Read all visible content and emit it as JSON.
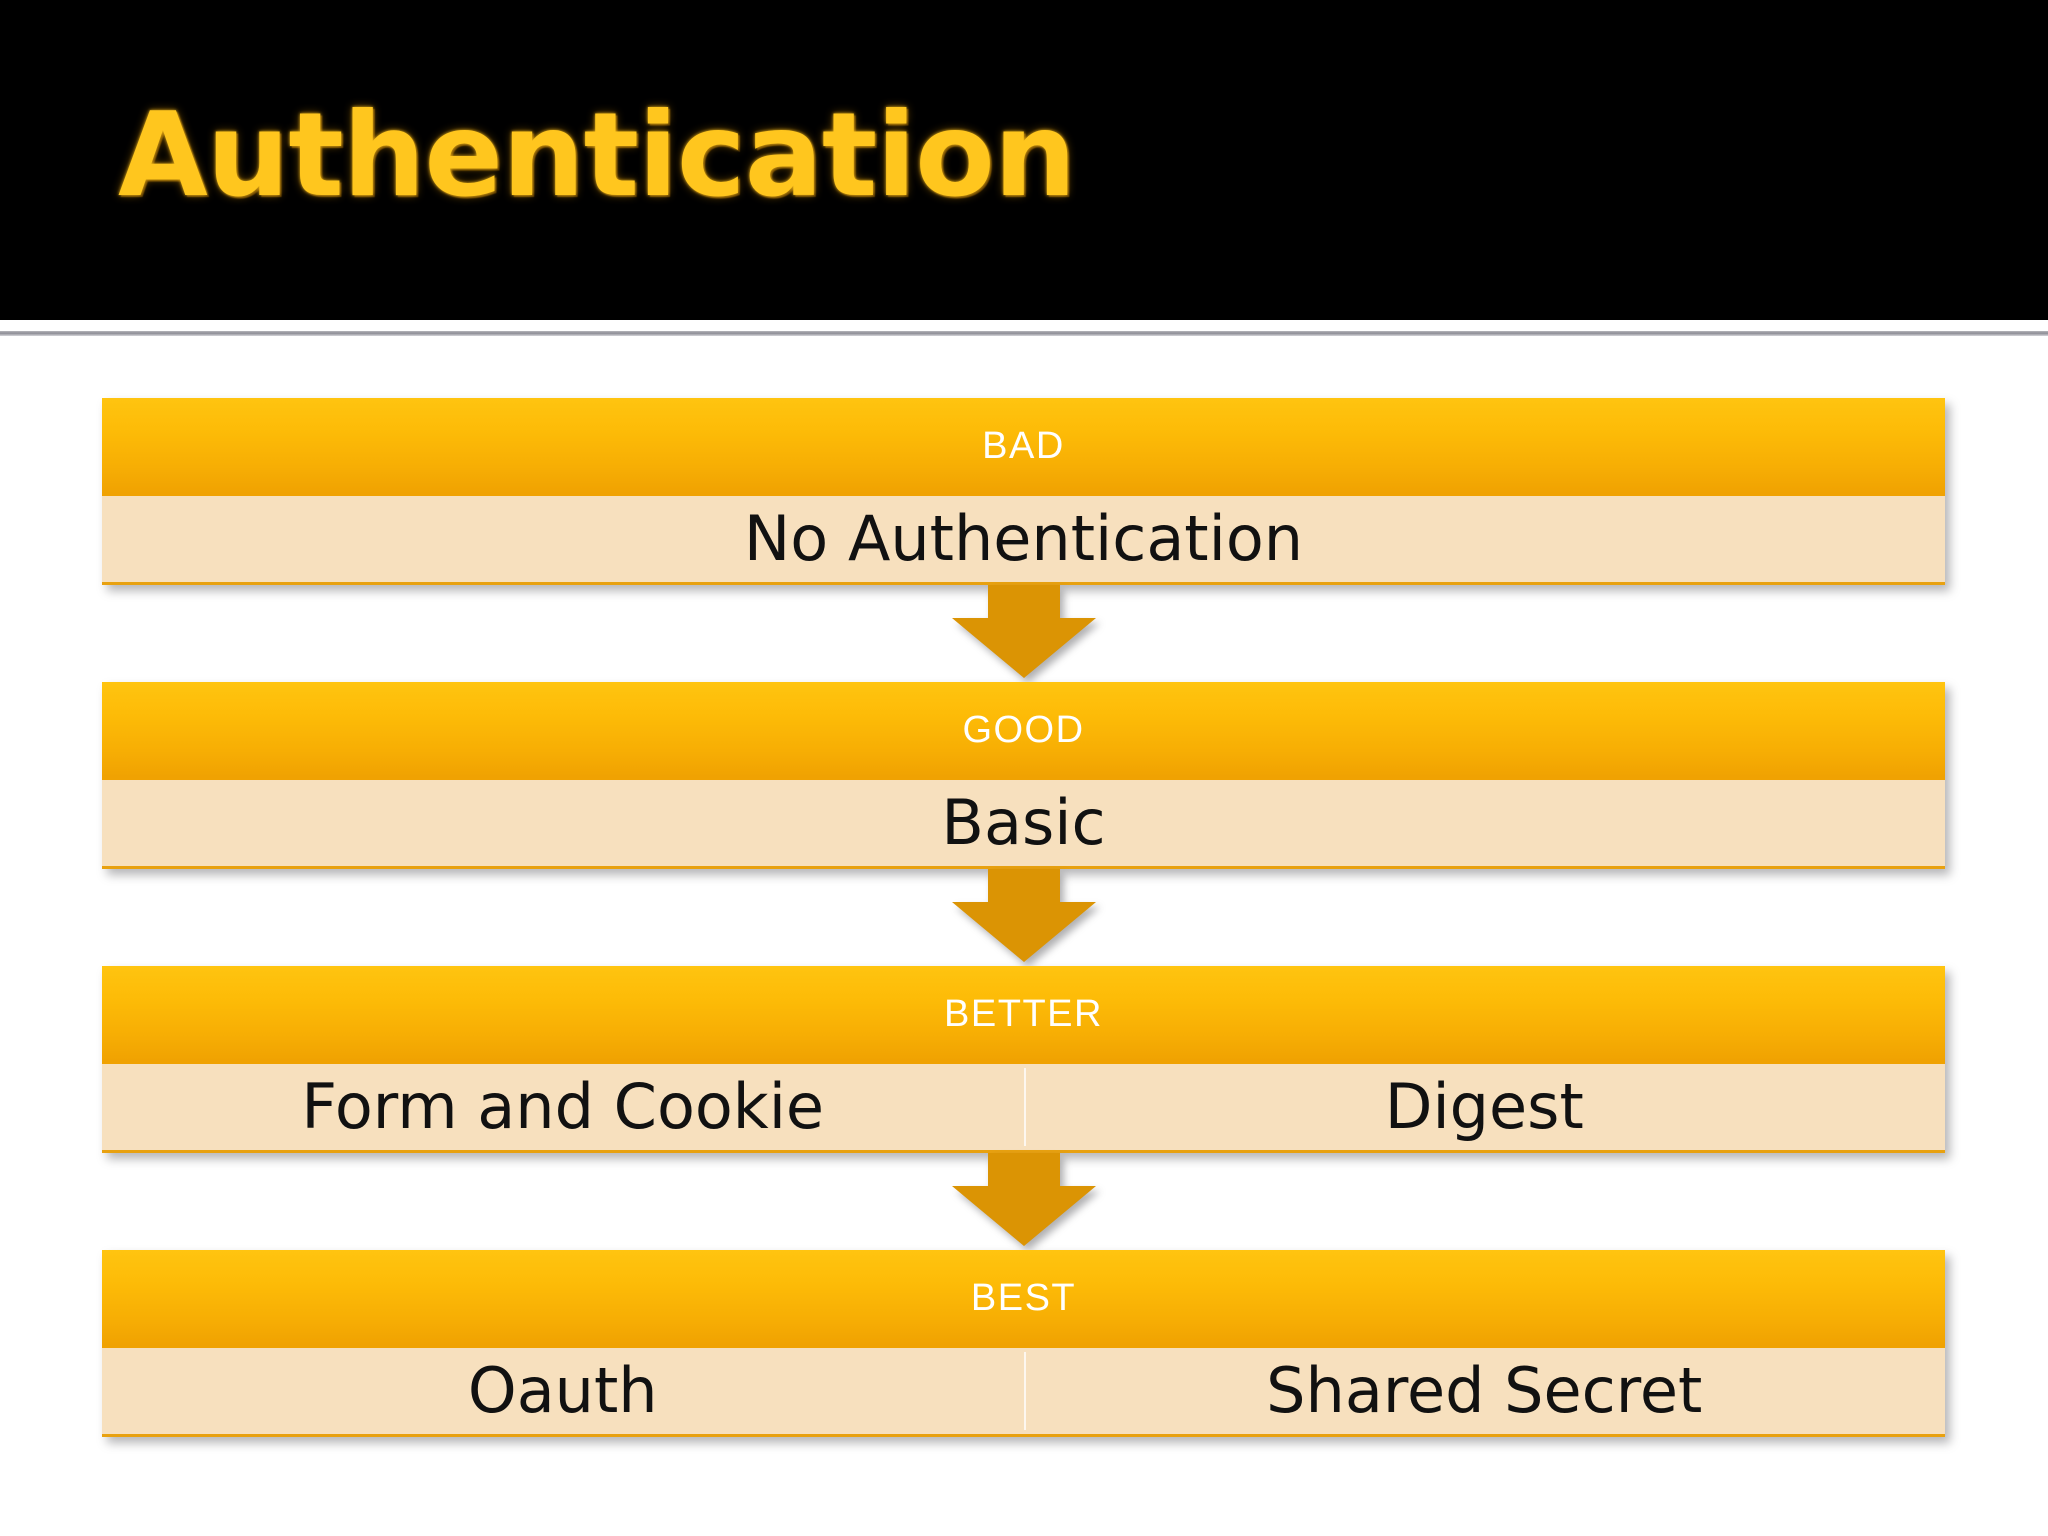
{
  "slide": {
    "title": "Authentication",
    "title_color": "#FFC61E",
    "banner_color": "#000000",
    "background_color": "#FFFFFF",
    "accent_color": "#FDBB07",
    "body_fill_color": "#F7E0BE",
    "header_text_color": "#FFFFFF",
    "body_text_color": "#111111"
  },
  "diagram": {
    "type": "vertical-progression",
    "connector_icon": "down-arrow-icon",
    "tiers": [
      {
        "rank": "BAD",
        "items": [
          "No Authentication"
        ]
      },
      {
        "rank": "GOOD",
        "items": [
          "Basic"
        ]
      },
      {
        "rank": "BETTER",
        "items": [
          "Form and Cookie",
          "Digest"
        ]
      },
      {
        "rank": "BEST",
        "items": [
          "Oauth",
          "Shared Secret"
        ]
      }
    ]
  }
}
